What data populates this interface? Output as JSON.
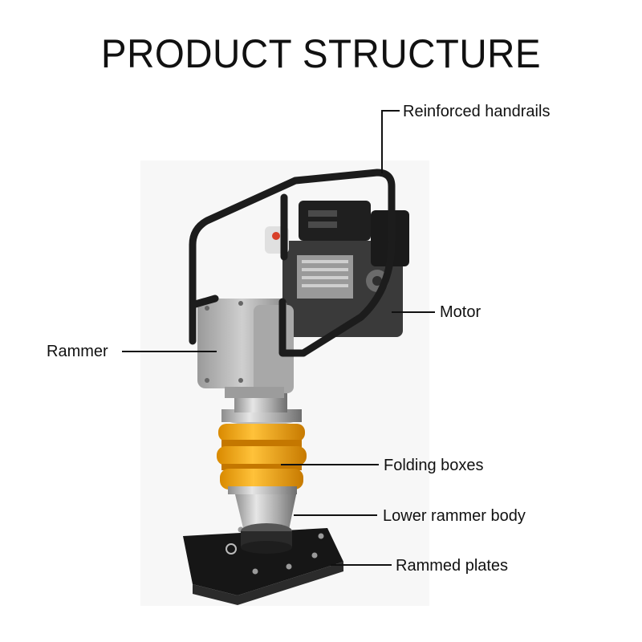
{
  "title": "PRODUCT STRUCTURE",
  "labels": {
    "handrails": "Reinforced handrails",
    "motor": "Motor",
    "rammer": "Rammer",
    "folding": "Folding boxes",
    "lower": "Lower rammer body",
    "plates": "Rammed plates"
  },
  "colors": {
    "frame": "#1c1c1c",
    "housing": "#b8b8b8",
    "bellows": "#f2a615",
    "plate": "#161616",
    "steel": "#c9c9c9"
  }
}
